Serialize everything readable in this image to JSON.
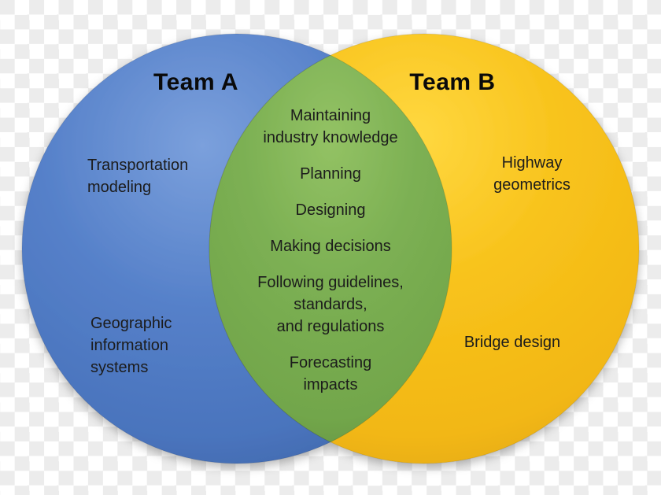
{
  "venn": {
    "left": {
      "title": "Team A",
      "color": "#4d78c0",
      "items": [
        "Transportation\nmodeling",
        "Geographic\ninformation\nsystems"
      ]
    },
    "right": {
      "title": "Team B",
      "color": "#f4ba15",
      "items": [
        "Highway\ngeometrics",
        "Bridge design"
      ]
    },
    "overlap": {
      "color": "#76a94e",
      "items": [
        "Maintaining\nindustry knowledge",
        "Planning",
        "Designing",
        "Making decisions",
        "Following guidelines,\nstandards,\nand regulations",
        "Forecasting\nimpacts"
      ]
    },
    "background": {
      "checker_light": "#ffffff",
      "checker_dark": "#ececec"
    }
  }
}
